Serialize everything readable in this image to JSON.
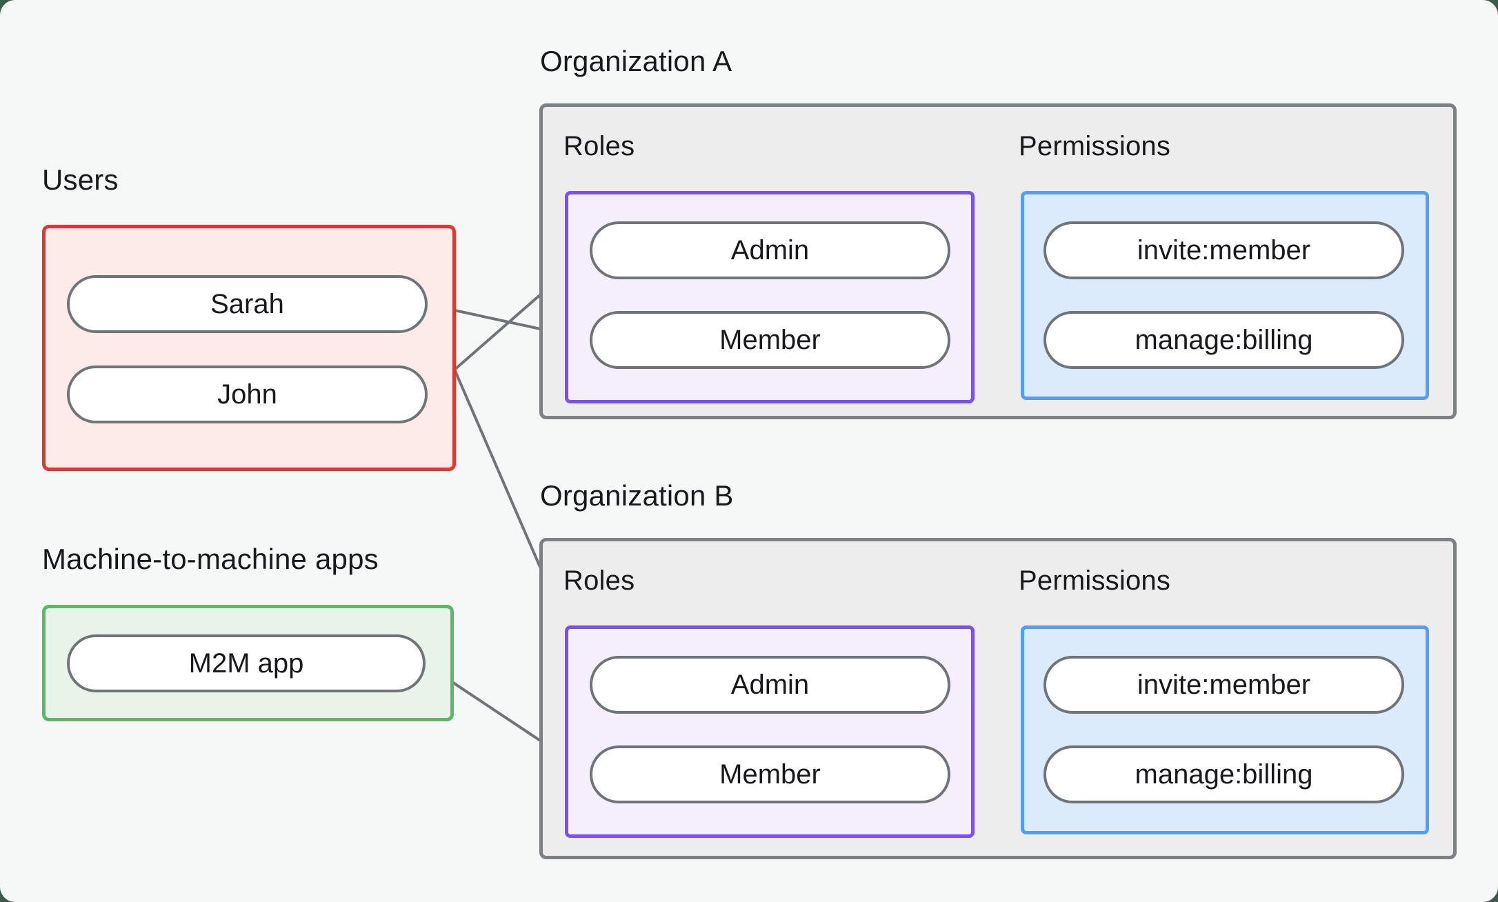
{
  "page": {
    "background": "#f5f8f6",
    "outer_background": "#3a5c4b"
  },
  "palette": {
    "box_border_gray": "#7e8184",
    "box_fill_gray": "#ededee",
    "users_border": "#d93b30",
    "users_fill": "#fcebe8",
    "m2m_border": "#5cb767",
    "m2m_fill": "#e8f4e9",
    "roles_border": "#7a51f0",
    "roles_fill": "#f4eefd",
    "permissions_border": "#4e9ff7",
    "permissions_fill": "#dcebfb",
    "pill_border": "#6f7478",
    "line_color": "#6f7478",
    "text_color": "#17191c"
  },
  "users_group": {
    "title": "Users",
    "users": [
      "Sarah",
      "John"
    ]
  },
  "m2m_group": {
    "title": "Machine-to-machine apps",
    "apps": [
      "M2M app"
    ]
  },
  "organizations": [
    {
      "title": "Organization A",
      "roles_label": "Roles",
      "permissions_label": "Permissions",
      "roles": [
        "Admin",
        "Member"
      ],
      "permissions": [
        "invite:member",
        "manage:billing"
      ]
    },
    {
      "title": "Organization B",
      "roles_label": "Roles",
      "permissions_label": "Permissions",
      "roles": [
        "Admin",
        "Member"
      ],
      "permissions": [
        "invite:member",
        "manage:billing"
      ]
    }
  ],
  "connections": [
    {
      "from": "user-sarah",
      "to": "orgA-role-member"
    },
    {
      "from": "user-sarah",
      "to": "orgB-role-admin"
    },
    {
      "from": "user-john",
      "to": "orgA-role-admin"
    },
    {
      "from": "m2m-app",
      "to": "orgB-role-member"
    },
    {
      "from": "orgA-role-admin",
      "to": "orgA-perm-invite"
    },
    {
      "from": "orgA-role-admin",
      "to": "orgA-perm-manage"
    },
    {
      "from": "orgA-role-member",
      "to": "orgA-perm-manage"
    },
    {
      "from": "orgB-role-admin",
      "to": "orgB-perm-invite"
    },
    {
      "from": "orgB-role-admin",
      "to": "orgB-perm-manage"
    },
    {
      "from": "orgB-role-member",
      "to": "orgB-perm-manage"
    }
  ]
}
